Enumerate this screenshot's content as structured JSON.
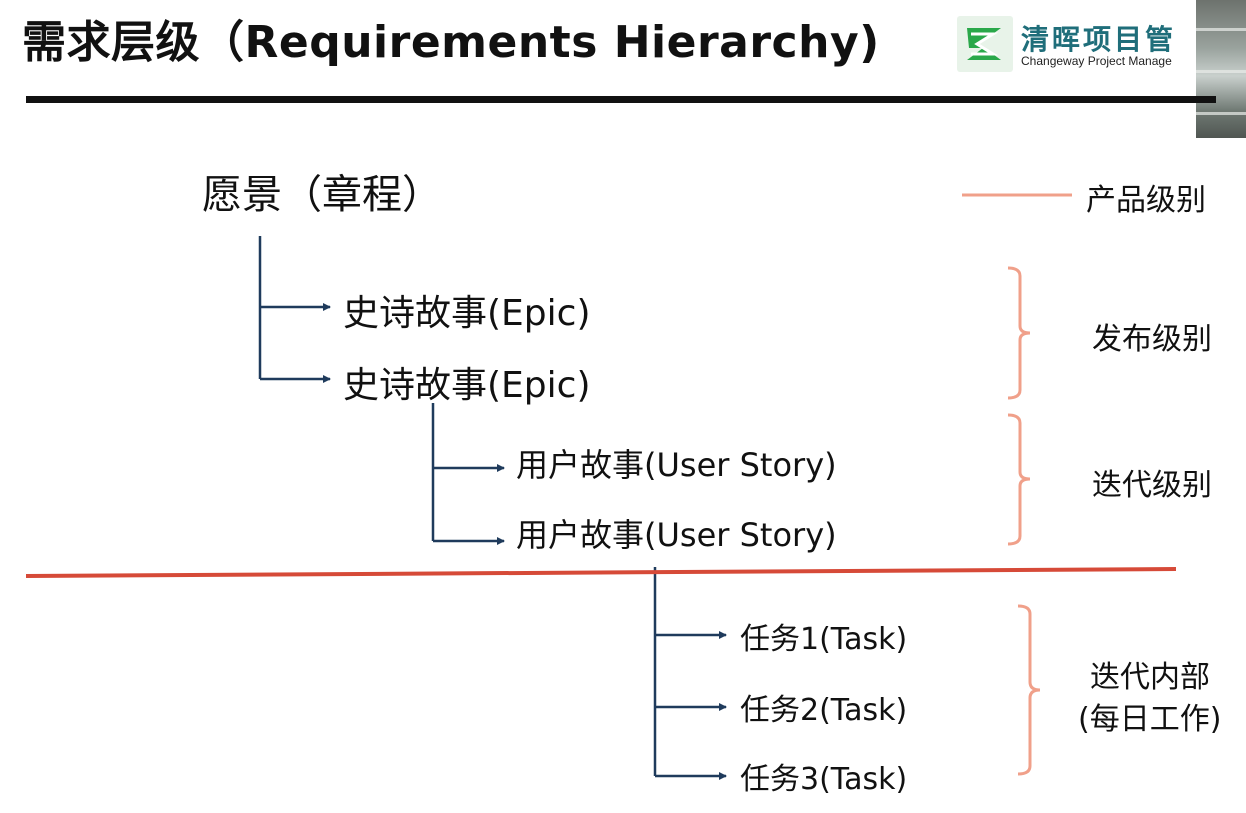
{
  "slide": {
    "title": "需求层级（Requirements Hierarchy)",
    "logo": {
      "name_cn": "清晖项目管",
      "name_en": "Changeway Project Manage",
      "brand_color": "#1f6e7a",
      "icon": "changeway-logo-mark"
    }
  },
  "hierarchy": {
    "vision": "愿景（章程）",
    "epics": [
      "史诗故事(Epic)",
      "史诗故事(Epic)"
    ],
    "user_stories": [
      "用户故事(User Story)",
      "用户故事(User Story)"
    ],
    "tasks": [
      "任务1(Task)",
      "任务2(Task)",
      "任务3(Task)"
    ]
  },
  "levels": {
    "product": "产品级别",
    "release": "发布级别",
    "iteration": "迭代级别",
    "inner_line1": "迭代内部",
    "inner_line2": "(每日工作)"
  },
  "colors": {
    "connector": "#1f3b5c",
    "bracket": "#f0a08a",
    "divider": "#d64a38",
    "legend_line": "#f0a08a"
  }
}
